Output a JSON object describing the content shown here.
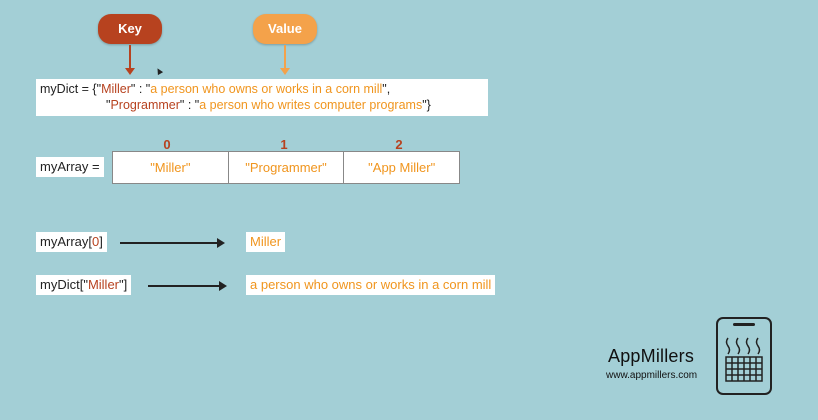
{
  "labels": {
    "key": "Key",
    "value": "Value"
  },
  "dict": {
    "line1": [
      {
        "t": "myDict = {",
        "c": "dark"
      },
      {
        "t": "\"",
        "c": "dark"
      },
      {
        "t": "Miller",
        "c": "red"
      },
      {
        "t": "\" : \"",
        "c": "dark"
      },
      {
        "t": "a person who owns or works in a corn mill",
        "c": "orange"
      },
      {
        "t": "\",",
        "c": "dark"
      }
    ],
    "line2": [
      {
        "t": "\"",
        "c": "dark"
      },
      {
        "t": "Programmer",
        "c": "red"
      },
      {
        "t": "\" : \"",
        "c": "dark"
      },
      {
        "t": "a person who writes computer programs",
        "c": "orange"
      },
      {
        "t": "\"}",
        "c": "dark"
      }
    ]
  },
  "array": {
    "label": "myArray =",
    "indices": [
      "0",
      "1",
      "2"
    ],
    "cells": [
      "\"Miller\"",
      "\"Programmer\"",
      "\"App Miller\""
    ]
  },
  "examples": [
    {
      "expr": [
        {
          "t": "myArray[",
          "c": "dark"
        },
        {
          "t": "0",
          "c": "red"
        },
        {
          "t": "]",
          "c": "dark"
        }
      ],
      "result": "Miller"
    },
    {
      "expr": [
        {
          "t": "myDict[\"",
          "c": "dark"
        },
        {
          "t": "Miller",
          "c": "red"
        },
        {
          "t": "\"]",
          "c": "dark"
        }
      ],
      "result": "a person who owns or works in a corn mill"
    }
  ],
  "brand": {
    "name": "AppMillers",
    "url": "www.appmillers.com"
  },
  "colors": {
    "background": "#a3cfd6",
    "key": "#b7421f",
    "value": "#f4a24a",
    "text_orange": "#f0951e"
  }
}
